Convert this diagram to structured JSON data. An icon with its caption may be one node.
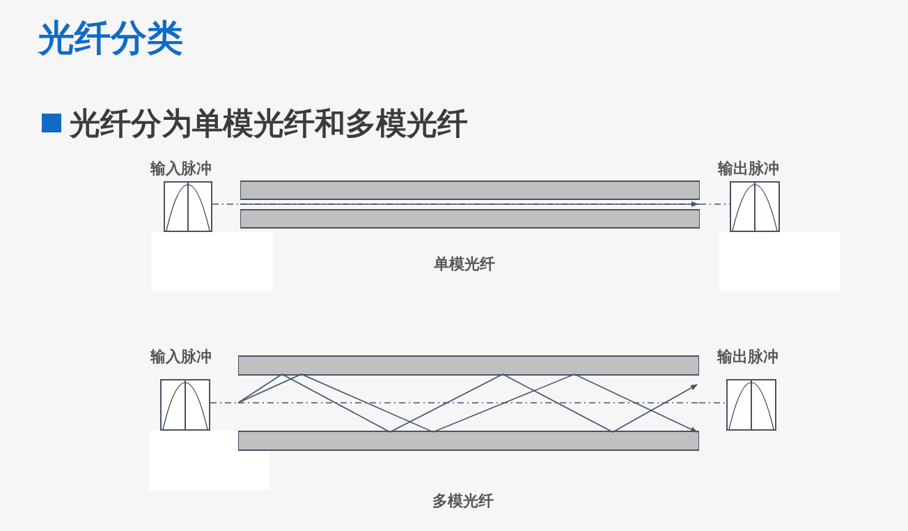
{
  "diagram": {
    "title": "光纤分类",
    "nodes": [
      {
        "text": [
          "输入脉冲"
        ]
      },
      {
        "text": [],
        "shape": "box",
        "beside": [
          "单模光纤"
        ]
      },
      {
        "text": [
          "输出脉冲"
        ]
      },
      {
        "text": [
          "输入脉冲"
        ]
      },
      {
        "text": [],
        "shape": "box",
        "beside": [
          "多模光纤"
        ]
      },
      {
        "text": [
          "输出脉冲"
        ]
      }
    ],
    "edges": [
      {
        "from": 0,
        "to": 1,
        "arrow": "none",
        "style": "dashed"
      },
      {
        "from": 1,
        "to": 2,
        "arrow": "none",
        "style": "dashed"
      },
      {
        "from": 3,
        "to": 4,
        "arrow": "none",
        "style": "dashed"
      },
      {
        "from": 4,
        "to": 5,
        "arrow": "none",
        "style": "dashed"
      }
    ],
    "labels": [
      "光纤分为单模光纤和多模光纤"
    ]
  }
}
